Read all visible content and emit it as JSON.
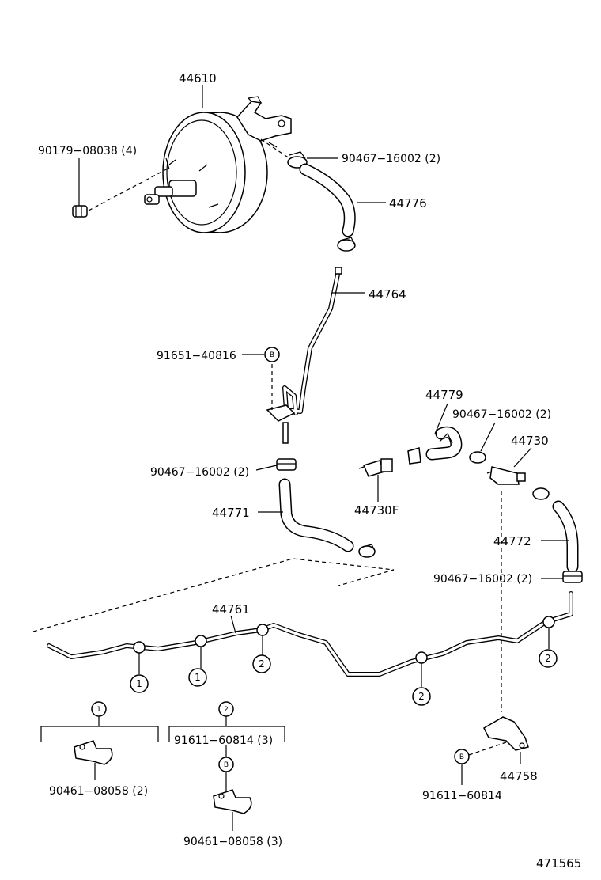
{
  "labels": {
    "p44610": "44610",
    "p90179": "90179−08038 (4)",
    "p90467_top": "90467−16002 (2)",
    "p44776": "44776",
    "p44764": "44764",
    "p91651": "91651−40816",
    "p90467_mid": "90467−16002 (2)",
    "p44771": "44771",
    "p44779": "44779",
    "p90467_right": "90467−16002 (2)",
    "p44730": "44730",
    "p44730F": "44730F",
    "p44772": "44772",
    "p90467_low": "90467−16002 (2)",
    "p44761": "44761",
    "p91611_group2": "91611−60814 (3)",
    "p90461_group1": "90461−08058 (2)",
    "p90461_group2": "90461−08058 (3)",
    "p91611_b": "91611−60814",
    "p44758": "44758",
    "diagram_id": "471565"
  },
  "markers": {
    "one": "1",
    "two": "2",
    "b": "B"
  }
}
